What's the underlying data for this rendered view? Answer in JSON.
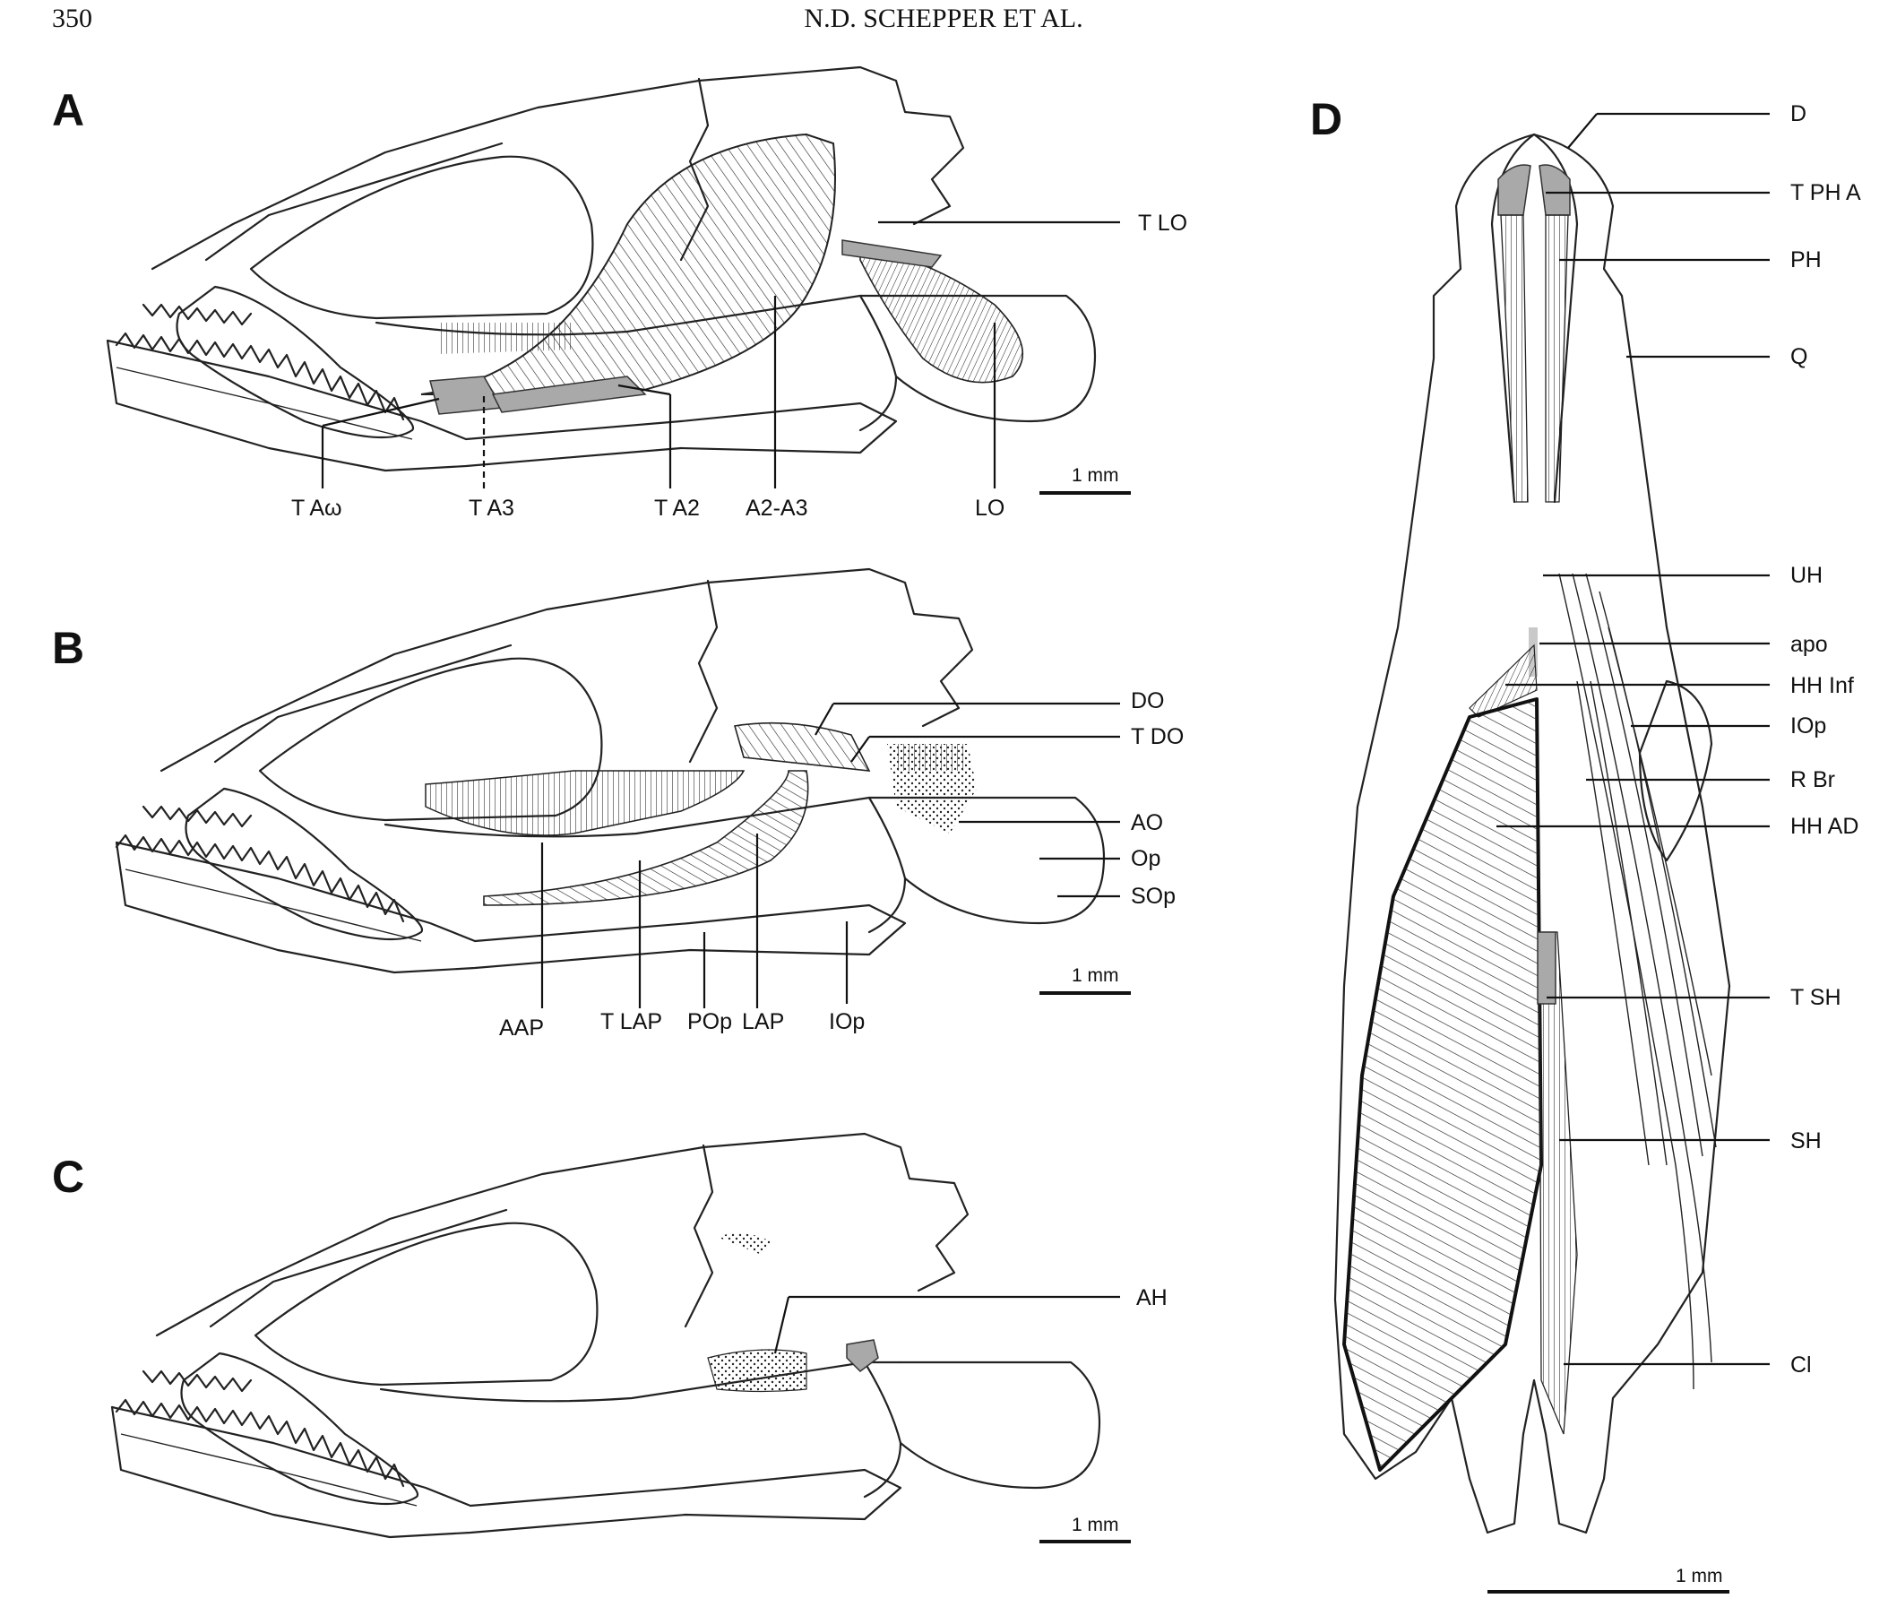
{
  "header": {
    "page_number": "350",
    "running_head": "N.D. SCHEPPER ET AL."
  },
  "panels": {
    "A": {
      "letter": "A",
      "labels": [
        "T LO",
        "T Aω",
        "T A3",
        "T A2",
        "A2-A3",
        "LO"
      ],
      "scale_bar": "1 mm"
    },
    "B": {
      "letter": "B",
      "labels": [
        "DO",
        "T DO",
        "AO",
        "Op",
        "SOp",
        "AAP",
        "T LAP",
        "POp",
        "LAP",
        "IOp"
      ],
      "scale_bar": "1 mm"
    },
    "C": {
      "letter": "C",
      "labels": [
        "AH"
      ],
      "scale_bar": "1 mm"
    },
    "D": {
      "letter": "D",
      "labels": [
        "D",
        "T PH A",
        "PH",
        "Q",
        "UH",
        "apo",
        "HH Inf",
        "IOp",
        "R Br",
        "HH AD",
        "T SH",
        "SH",
        "Cl"
      ],
      "scale_bar": "1 mm"
    }
  }
}
